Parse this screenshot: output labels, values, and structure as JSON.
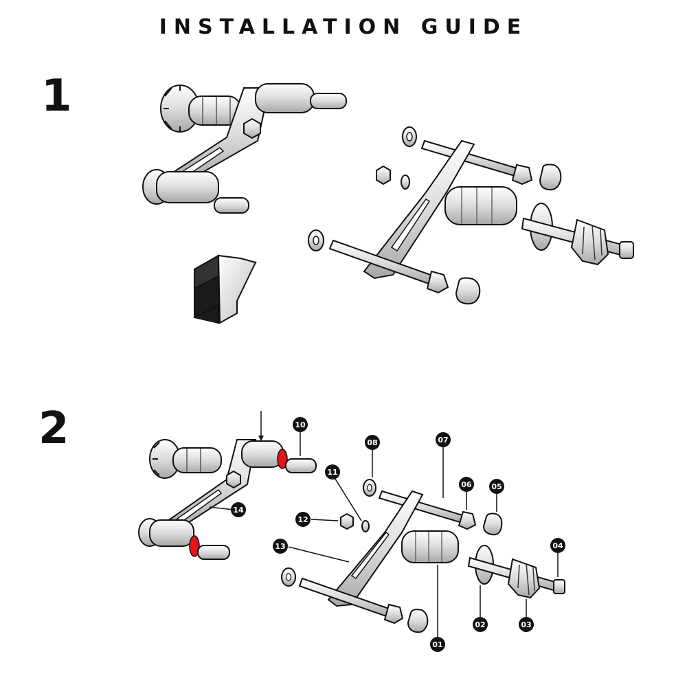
{
  "title": "INSTALLATION GUIDE",
  "steps": [
    {
      "number": "1"
    },
    {
      "number": "2"
    }
  ],
  "callouts": [
    "01",
    "02",
    "03",
    "04",
    "05",
    "06",
    "07",
    "08",
    "10",
    "11",
    "12",
    "13",
    "14"
  ],
  "colors": {
    "ink": "#111111",
    "metal_light": "#f2f2f2",
    "metal_mid": "#d9d9d9",
    "metal_dark": "#9a9a9a",
    "highlight_red": "#e0161b"
  }
}
